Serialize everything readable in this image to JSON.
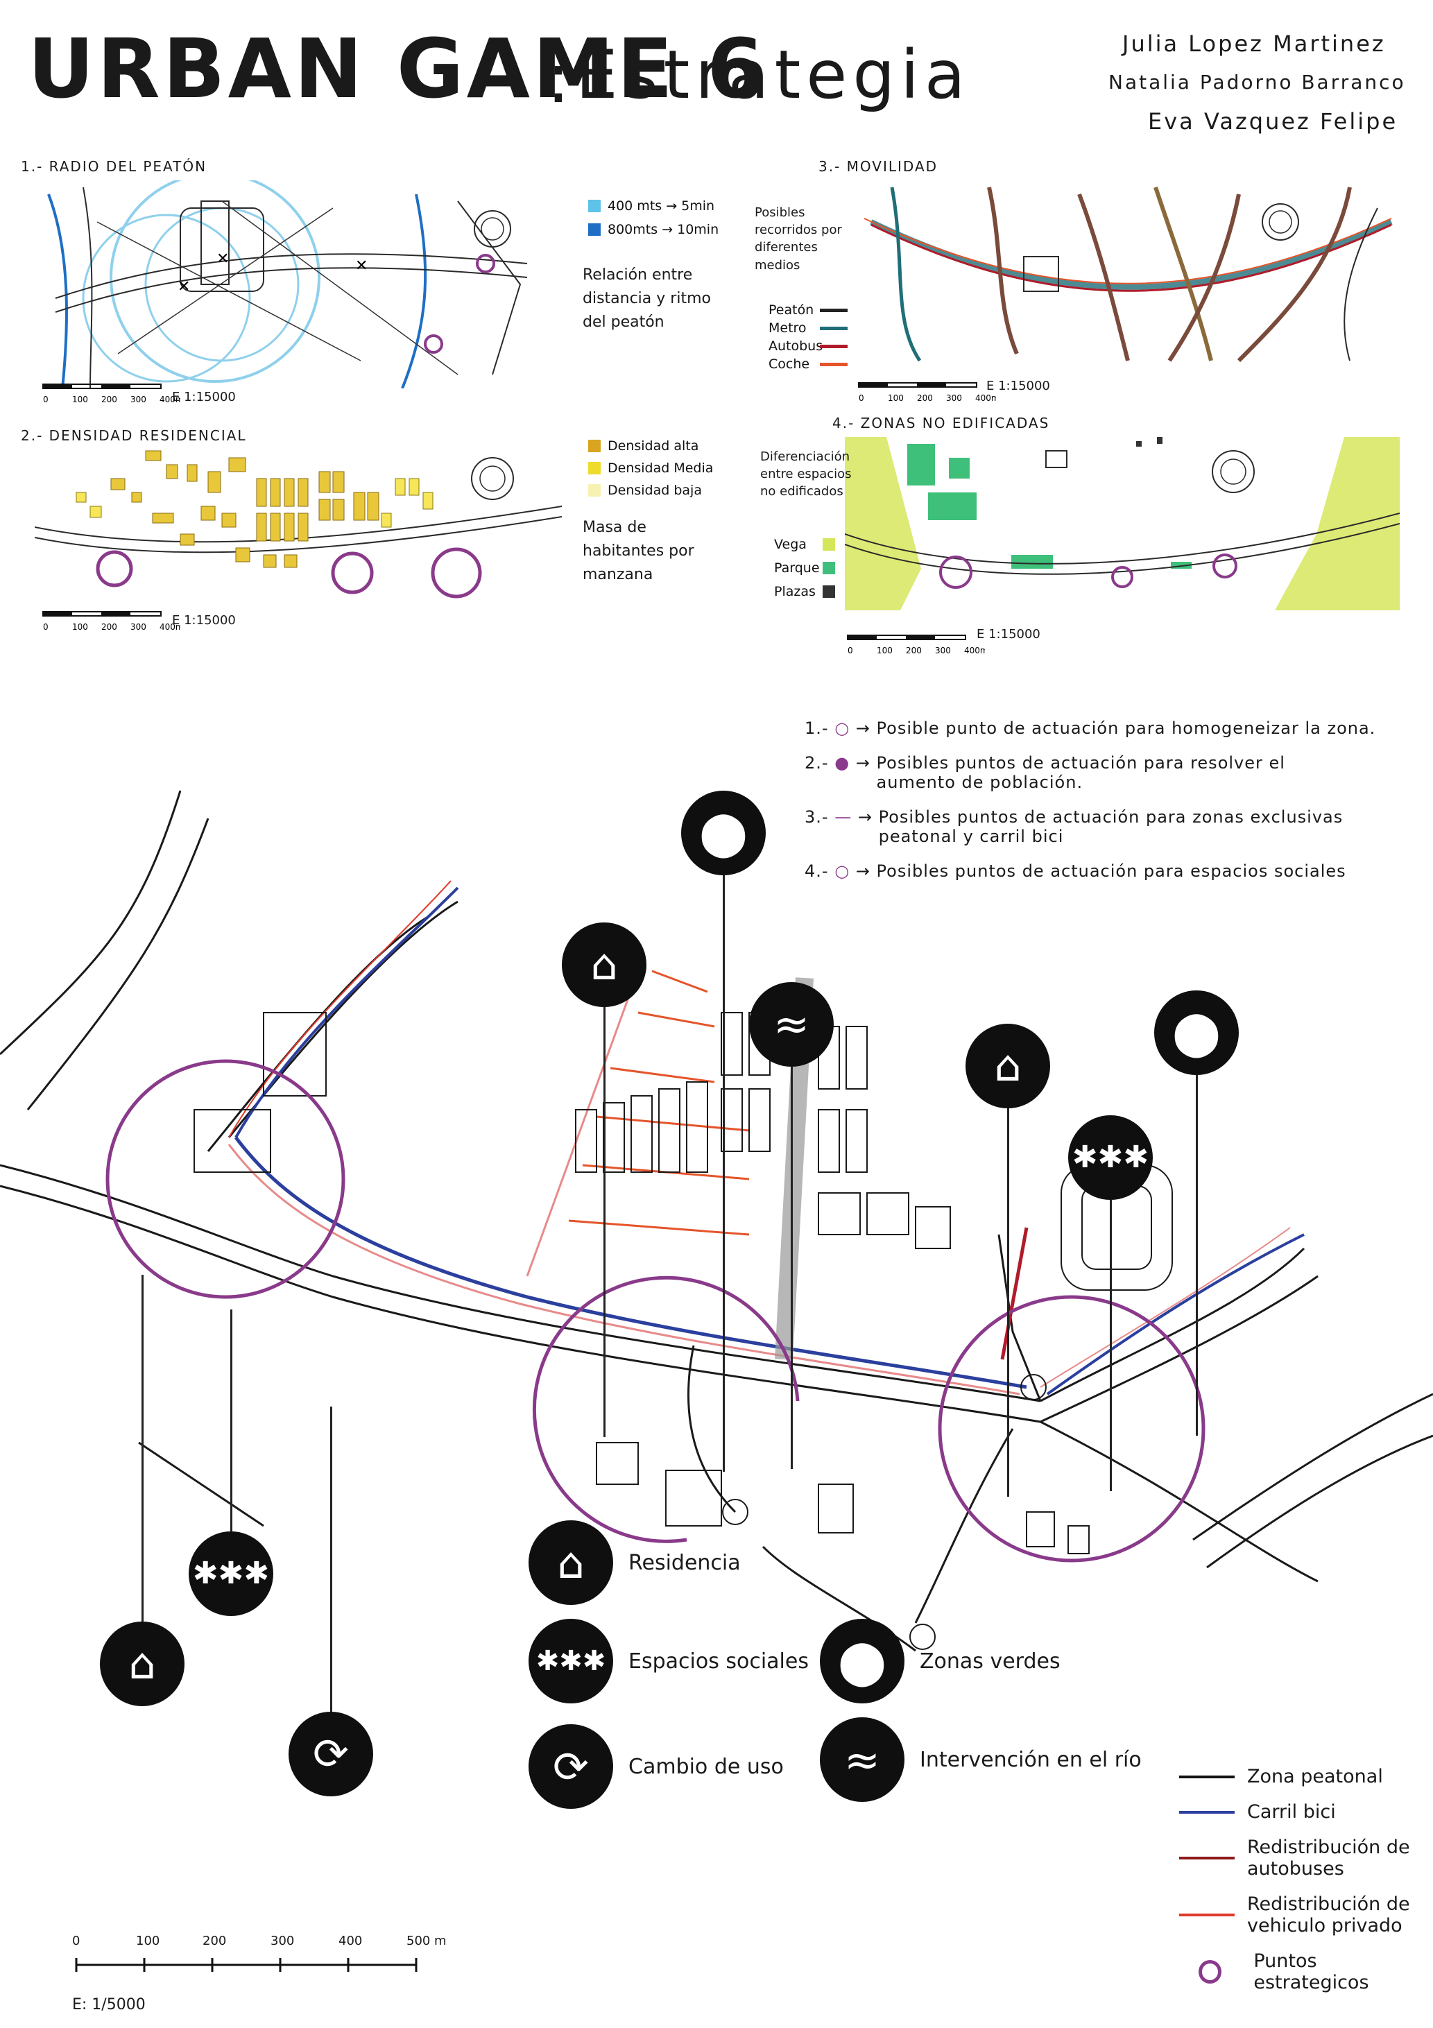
{
  "title": {
    "main": "URBAN GAME 6",
    "separator": ":",
    "sub": "Estrategia"
  },
  "authors": [
    "Julia Lopez Martinez",
    "Natalia Padorno Barranco",
    "Eva Vazquez Felipe"
  ],
  "panels": {
    "p1": {
      "title": "1.- Radio del peatón",
      "legend": [
        {
          "color": "#5fc2e8",
          "label": "400 mts → 5min"
        },
        {
          "color": "#1e6fc4",
          "label": "800mts → 10min"
        }
      ],
      "note": "Relación entre distancia y ritmo del peatón",
      "scale_ticks": [
        "0",
        "100",
        "200",
        "300",
        "400m"
      ],
      "scale_label": "E 1:15000"
    },
    "p2": {
      "title": "3.- Movilidad",
      "note": "Posibles recorridos por diferentes medios",
      "legend": [
        {
          "color": "#222222",
          "label": "Peatón"
        },
        {
          "color": "#1f6e78",
          "label": "Metro"
        },
        {
          "color": "#b01b2a",
          "label": "Autobus"
        },
        {
          "color": "#e5542a",
          "label": "Coche"
        }
      ],
      "scale_ticks": [
        "0",
        "100",
        "200",
        "300",
        "400m"
      ],
      "scale_label": "E 1:15000"
    },
    "p3": {
      "title": "2.- Densidad residencial",
      "legend": [
        {
          "color": "#d9a520",
          "label": "Densidad alta"
        },
        {
          "color": "#eedc2c",
          "label": "Densidad Media"
        },
        {
          "color": "#f7f1b2",
          "label": "Densidad baja"
        }
      ],
      "note": "Masa de habitantes por manzana",
      "scale_ticks": [
        "0",
        "100",
        "200",
        "300",
        "400m"
      ],
      "scale_label": "E 1:15000"
    },
    "p4": {
      "title": "4.- Zonas no edificadas",
      "note": "Diferenciación entre espacios no edificados",
      "legend": [
        {
          "color": "#d5e65a",
          "label": "Vega"
        },
        {
          "color": "#3fc07a",
          "label": "Parque"
        },
        {
          "color": "#333333",
          "label": "Plazas"
        }
      ],
      "scale_ticks": [
        "0",
        "100",
        "200",
        "300",
        "400m"
      ],
      "scale_label": "E 1:15000"
    }
  },
  "strategy_list": [
    {
      "num": "1.-",
      "text": "Posible punto de actuación para homogeneizar la zona."
    },
    {
      "num": "2.-",
      "text": "Posibles puntos de actuación para resolver el aumento de población."
    },
    {
      "num": "3.-",
      "text": "Posibles puntos de actuación para zonas exclusivas peatonal y carril bici"
    },
    {
      "num": "4.-",
      "text": "Posibles puntos de actuación para espacios sociales"
    }
  ],
  "icon_legend": [
    {
      "icon": "house-icon",
      "label": "Residencia"
    },
    {
      "icon": "people-icon",
      "label": "Espacios sociales"
    },
    {
      "icon": "tree-icon",
      "label": "Zonas verdes"
    },
    {
      "icon": "cycle-icon",
      "label": "Cambio de uso"
    },
    {
      "icon": "wave-icon",
      "label": "Intervención en el río"
    }
  ],
  "line_legend": [
    {
      "color": "#111111",
      "label": "Zona peatonal"
    },
    {
      "color": "#2b3f9e",
      "label": "Carril bici"
    },
    {
      "color": "#8b1a1a",
      "label": "Redistribución de autobuses"
    },
    {
      "color": "#e03a2a",
      "label": "Redistribución de vehiculo privado"
    },
    {
      "color": "#8a3a8a",
      "label": "Puntos estrategicos"
    }
  ],
  "main_scale": {
    "ticks": [
      "0",
      "100",
      "200",
      "300",
      "400",
      "500"
    ],
    "unit": "m",
    "label": "E: 1/5000"
  }
}
